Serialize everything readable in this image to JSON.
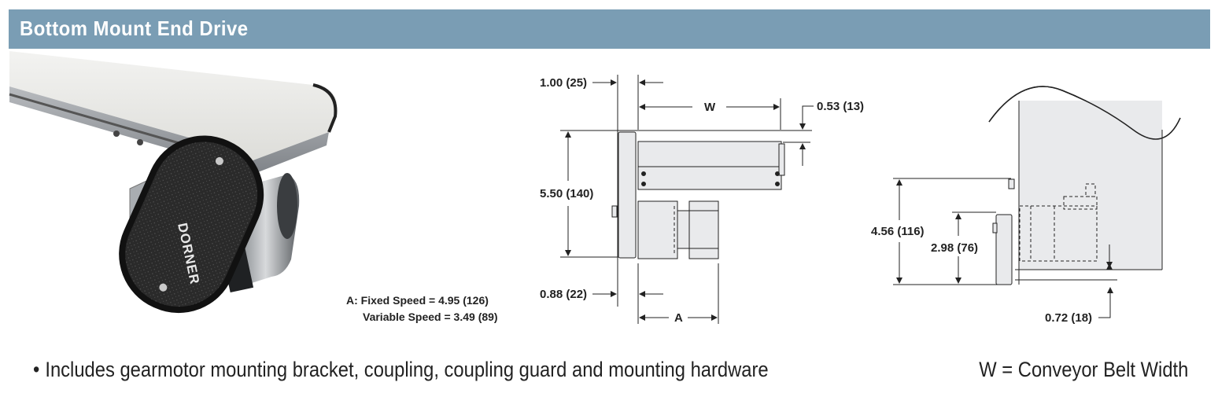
{
  "header": {
    "title": "Bottom Mount End Drive"
  },
  "photo": {
    "brand_label": "DORNER"
  },
  "notes": {
    "line1": "A: Fixed Speed = 4.95 (126)",
    "line2": "Variable Speed = 3.49 (89)"
  },
  "front_view": {
    "dim_top": "1.00 (25)",
    "dim_w": "W",
    "dim_right": "0.53 (13)",
    "dim_height": "5.50 (140)",
    "dim_bottom": "0.88 (22)",
    "dim_a": "A"
  },
  "side_view": {
    "dim_overall": "4.56 (116)",
    "dim_motor": "2.98 (76)",
    "dim_offset": "0.72 (18)"
  },
  "footer": {
    "bullet_text": "Includes gearmotor mounting bracket, coupling, coupling guard and mounting hardware",
    "legend_text": "W = Conveyor Belt Width"
  },
  "colors": {
    "header_bg": "#7a9db4",
    "line": "#222222",
    "fill_light": "#e9eaec"
  }
}
